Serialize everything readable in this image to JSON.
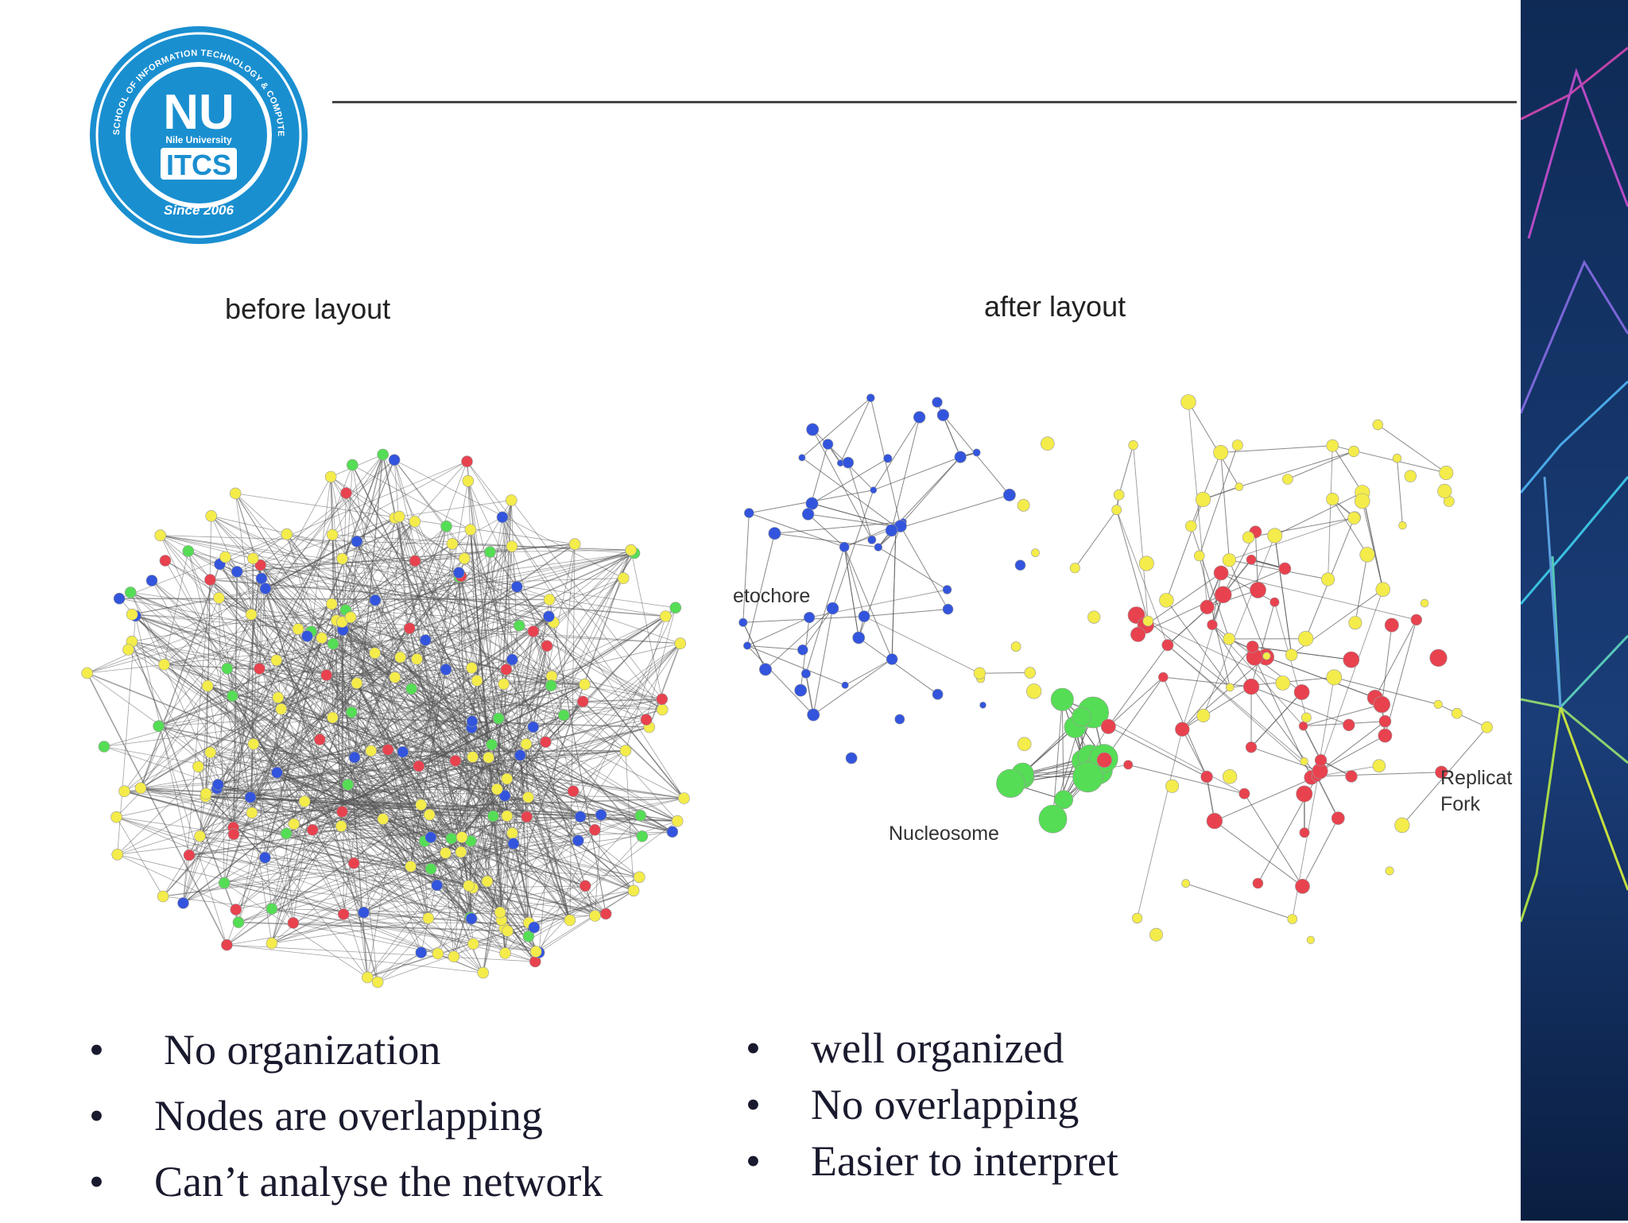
{
  "logo": {
    "ring_text": "SCHOOL OF INFORMATION TECHNOLOGY & COMPUTER SCIENCE",
    "monogram": "NU",
    "university": "Nile University",
    "name": "ITCS",
    "since": "Since 2006"
  },
  "panels": {
    "before_title": "before layout",
    "after_title": "after layout"
  },
  "cluster_labels": {
    "kinetochore": "etochore",
    "nucleosome": "Nucleosome",
    "replication_line1": "Replicat",
    "replication_line2": "Fork"
  },
  "bullets_left": [
    {
      "marker": "•",
      "text": " No organization"
    },
    {
      "marker": "•",
      "text": "Nodes are overlapping"
    },
    {
      "marker": "•",
      "text": "Can’t analyse the network"
    }
  ],
  "bullets_right": [
    {
      "marker": "•",
      "text": "well organized"
    },
    {
      "marker": "•",
      "text": " No overlapping"
    },
    {
      "marker": "•",
      "text": "Easier to interpret"
    }
  ],
  "colors": {
    "logo_blue": "#1a8fd0",
    "node_blue": "#3355dd",
    "node_yellow": "#f4ec4a",
    "node_red": "#e8424f",
    "node_green": "#55dd55",
    "edge": "#555555",
    "panel_dark": "#102a5a"
  }
}
